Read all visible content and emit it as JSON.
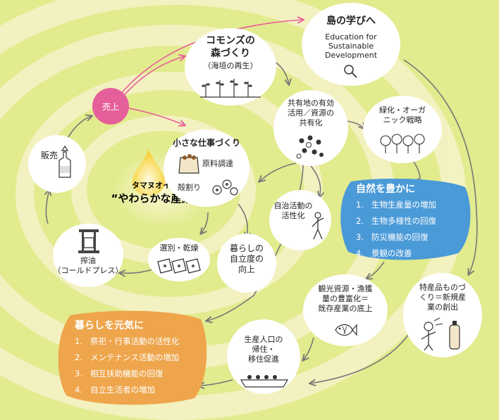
{
  "colors": {
    "background": "#e2eb8e",
    "spiral_light": "#f6f3c9",
    "node": "#ffffff",
    "sales_pink": "#e5609a",
    "nature_blue": "#4b9ad8",
    "community_orange": "#eea54b",
    "arrow_gray": "#777777",
    "arrow_pink": "#e85c98",
    "drop_yellow": "#f7d23a"
  },
  "center": {
    "label_top": "タマヌオイル",
    "label_main": "“やわらかな産業”"
  },
  "nodes": {
    "sales": {
      "label": "売上"
    },
    "hanbai": {
      "label": "販売"
    },
    "assaku": {
      "label": "搾油\n（コールドプレス）"
    },
    "sorting": {
      "label": "選別・乾燥"
    },
    "small_work": {
      "title": "小さな仕事づくり",
      "line1": "原料調達",
      "line2": "殻割り"
    },
    "commons": {
      "title": "コモンズの\n森づくり",
      "sub": "（海垣の再生）"
    },
    "island": {
      "title": "島の学びへ",
      "sub": "Education for\nSustainable\nDevelopment"
    },
    "shared": {
      "label": "共有地の有効\n活用／資源の\n共有化"
    },
    "greening": {
      "label": "緑化・オーガ\nニック戦略"
    },
    "autonomy": {
      "label": "自治活動の\n活性化"
    },
    "independence": {
      "label": "暮らしの\n自立度の\n向上"
    },
    "tourism": {
      "label": "観光資源・漁獲\n量の豊富化＝\n既存産業の底上"
    },
    "specialty": {
      "label": "特産品ものづ\nくり＝新規産\n業の創出"
    },
    "population": {
      "label": "生産人口の\n帰住・\n移住促進"
    }
  },
  "nature": {
    "title": "自然を豊かに",
    "items": [
      {
        "num": "1.",
        "text": "生物生産量の増加"
      },
      {
        "num": "2.",
        "text": "生物多様性の回復"
      },
      {
        "num": "3.",
        "text": "防災機能の回復"
      },
      {
        "num": "4.",
        "text": "景観の改善"
      }
    ]
  },
  "community": {
    "title": "暮らしを元気に",
    "items": [
      {
        "num": "1.",
        "text": "祭祀・行事活動の活性化"
      },
      {
        "num": "2.",
        "text": "メンテナンス活動の増加"
      },
      {
        "num": "3.",
        "text": "相互扶助機能の回復"
      },
      {
        "num": "4.",
        "text": "自立生活者の増加"
      }
    ]
  },
  "icons": {
    "island": "magnifier-icon",
    "commons": "seedling-icon",
    "shared": "nuts-icon",
    "greening": "trees-icon",
    "autonomy": "person-icon",
    "small_work": "bag-icon",
    "kernels": "kernels-icon",
    "sorting": "trays-icon",
    "assaku": "press-icon",
    "hanbai": "bottle-icon",
    "tourism": "fish-icon",
    "specialty": "product-icon",
    "population": "boat-icon",
    "drop": "oil-drop-icon"
  }
}
